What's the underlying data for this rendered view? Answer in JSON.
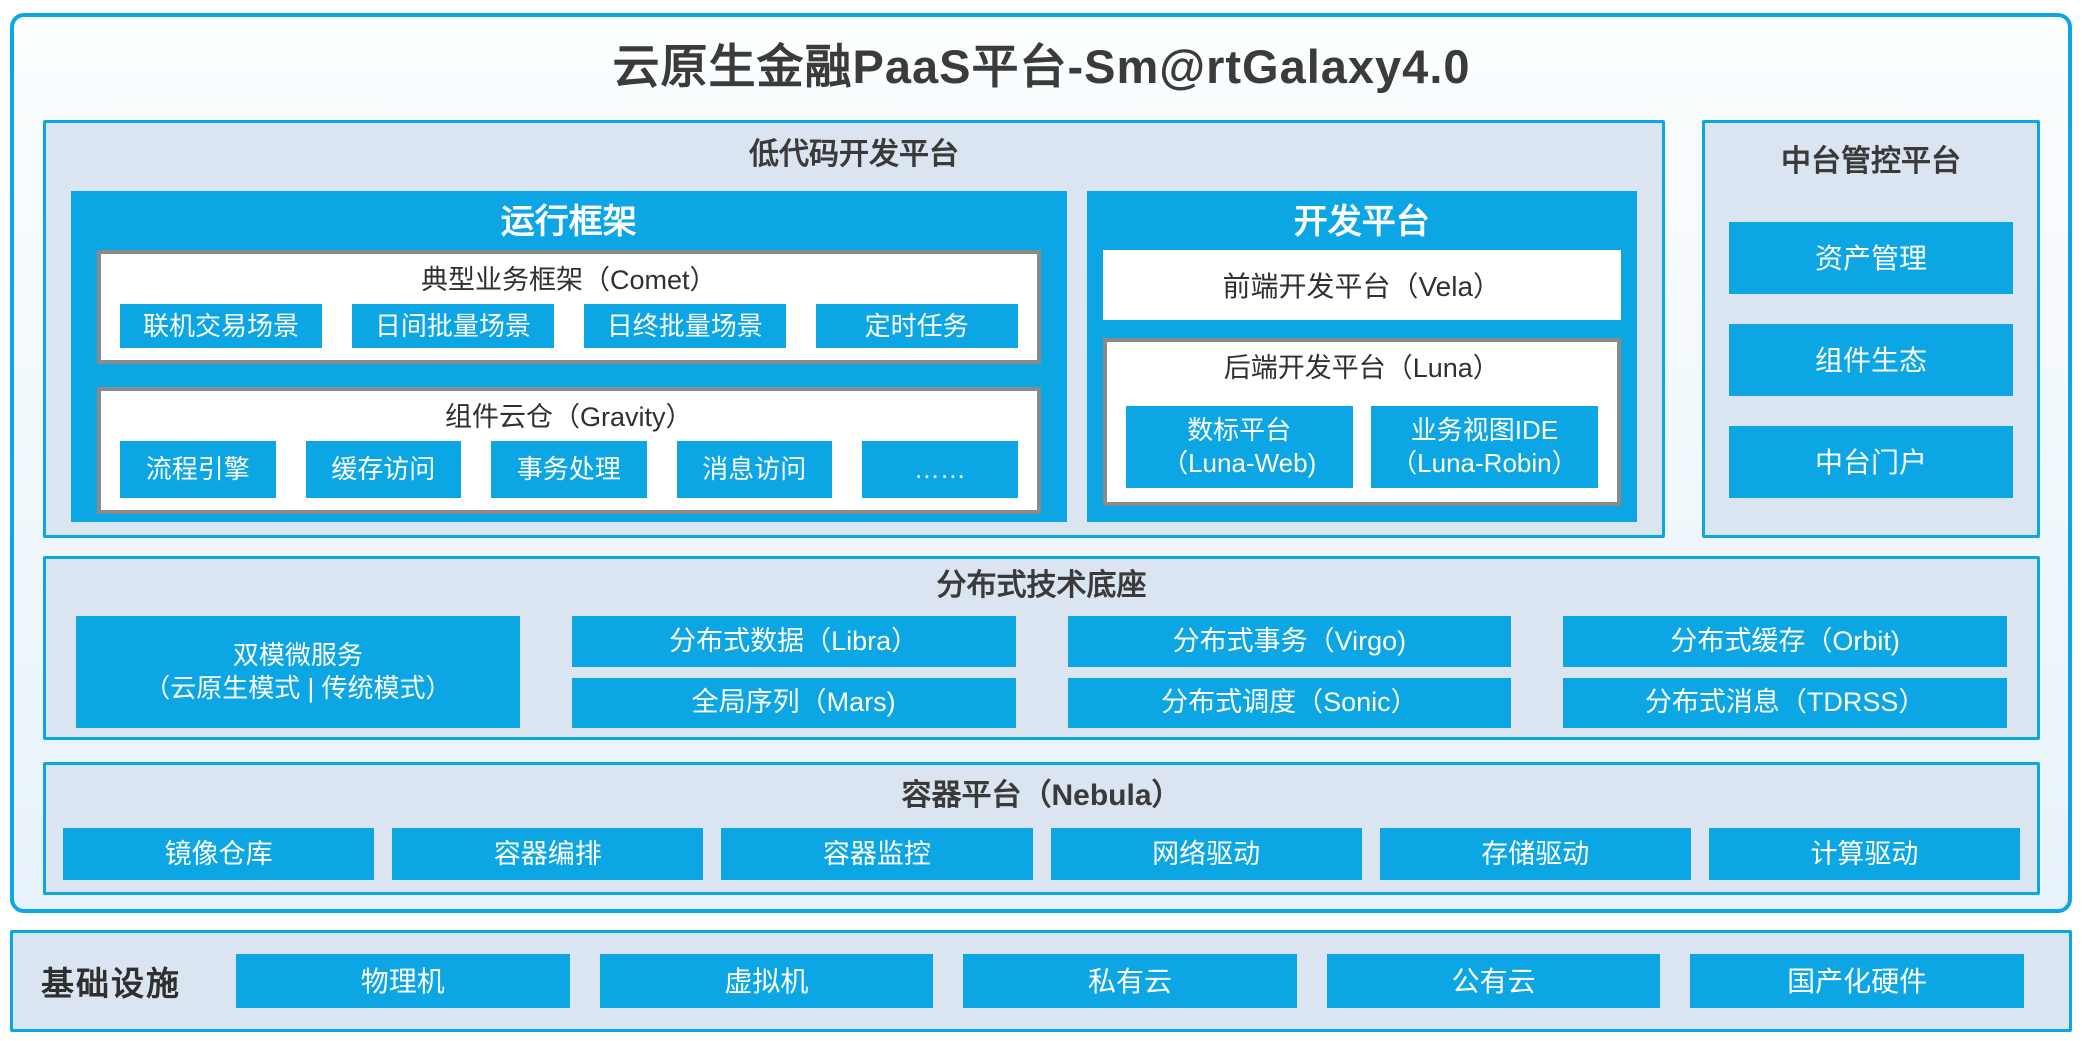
{
  "colors": {
    "accent_cyan": "#0ca6e4",
    "panel_fill": "#dbe5f1",
    "inner_frame_border_gray": "#8a8a8a",
    "dark_text": "#3c3c3c",
    "chip_text": "#ffffff"
  },
  "title": "云原生金融PaaS平台-Sm@rtGalaxy4.0",
  "low_code": {
    "title": "低代码开发平台",
    "runtime": {
      "title": "运行框架",
      "comet": {
        "title": "典型业务框架（Comet）",
        "chips": [
          "联机交易场景",
          "日间批量场景",
          "日终批量场景",
          "定时任务"
        ]
      },
      "gravity": {
        "title": "组件云仓（Gravity）",
        "chips": [
          "流程引擎",
          "缓存访问",
          "事务处理",
          "消息访问",
          "……"
        ]
      }
    },
    "dev": {
      "title": "开发平台",
      "vela_title": "前端开发平台（Vela）",
      "luna": {
        "title": "后端开发平台（Luna）",
        "chips": [
          {
            "line1": "数标平台",
            "line2": "（Luna-Web)"
          },
          {
            "line1": "业务视图IDE",
            "line2": "（Luna-Robin）"
          }
        ]
      }
    }
  },
  "mid_platform": {
    "title": "中台管控平台",
    "chips": [
      "资产管理",
      "组件生态",
      "中台门户"
    ]
  },
  "distributed": {
    "title": "分布式技术底座",
    "dual_mode": {
      "line1": "双模微服务",
      "line2": "（云原生模式 | 传统模式）"
    },
    "columns": [
      [
        "分布式数据（Libra）",
        "全局序列（Mars)"
      ],
      [
        "分布式事务（Virgo)",
        "分布式调度（Sonic）"
      ],
      [
        "分布式缓存（Orbit)",
        "分布式消息（TDRSS）"
      ]
    ]
  },
  "container_platform": {
    "title": "容器平台（Nebula）",
    "chips": [
      "镜像仓库",
      "容器编排",
      "容器监控",
      "网络驱动",
      "存储驱动",
      "计算驱动"
    ]
  },
  "infrastructure": {
    "title": "基础设施",
    "chips": [
      "物理机",
      "虚拟机",
      "私有云",
      "公有云",
      "国产化硬件"
    ]
  }
}
